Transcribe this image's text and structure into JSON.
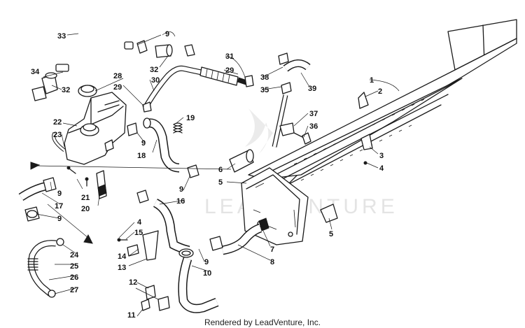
{
  "callouts": {
    "c1": "1",
    "c2": "2",
    "c3": "3",
    "c4a": "4",
    "c4b": "4",
    "c5a": "5",
    "c5b": "5",
    "c6": "6",
    "c7": "7",
    "c8": "8",
    "c9a": "9",
    "c9b": "9",
    "c9c": "9",
    "c9d": "9",
    "c9e": "9",
    "c9f": "9",
    "c10": "10",
    "c11": "11",
    "c12": "12",
    "c13": "13",
    "c14": "14",
    "c15": "15",
    "c16": "16",
    "c17": "17",
    "c18": "18",
    "c19": "19",
    "c20": "20",
    "c21": "21",
    "c22": "22",
    "c23": "23",
    "c24": "24",
    "c25": "25",
    "c26": "26",
    "c27": "27",
    "c28": "28",
    "c29a": "29",
    "c29b": "29",
    "c30": "30",
    "c31": "31",
    "c32a": "32",
    "c32b": "32",
    "c33": "33",
    "c34": "34",
    "c35": "35",
    "c36": "36",
    "c37": "37",
    "c38": "38",
    "c39": "39"
  },
  "watermark": {
    "text": "LEADVENTURE"
  },
  "footer": {
    "credit": "Rendered by LeadVenture, Inc."
  }
}
